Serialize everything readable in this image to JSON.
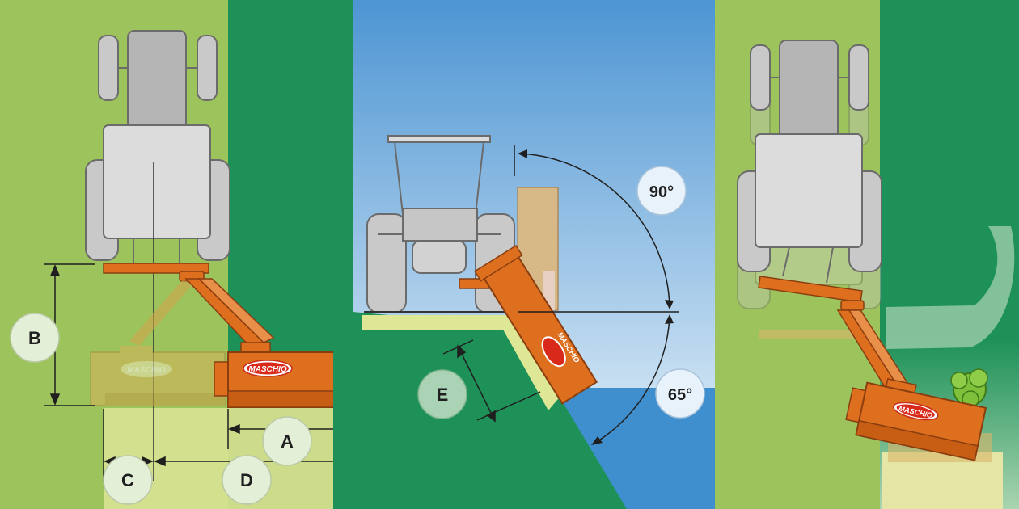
{
  "brand": "MASCHIO",
  "labels": {
    "a": "A",
    "b": "B",
    "c": "C",
    "d": "D",
    "e": "E",
    "angle_up": "90°",
    "angle_down": "65°"
  },
  "colors": {
    "field_light": "#9dc35c",
    "field_dark": "#1e9158",
    "mower_orange": "#dd6f1e",
    "tractor_gray": "#b9b9b9",
    "sky_top": "#4d95d3",
    "sea": "#3f8fcf",
    "bank_yellow": "#dde795"
  }
}
